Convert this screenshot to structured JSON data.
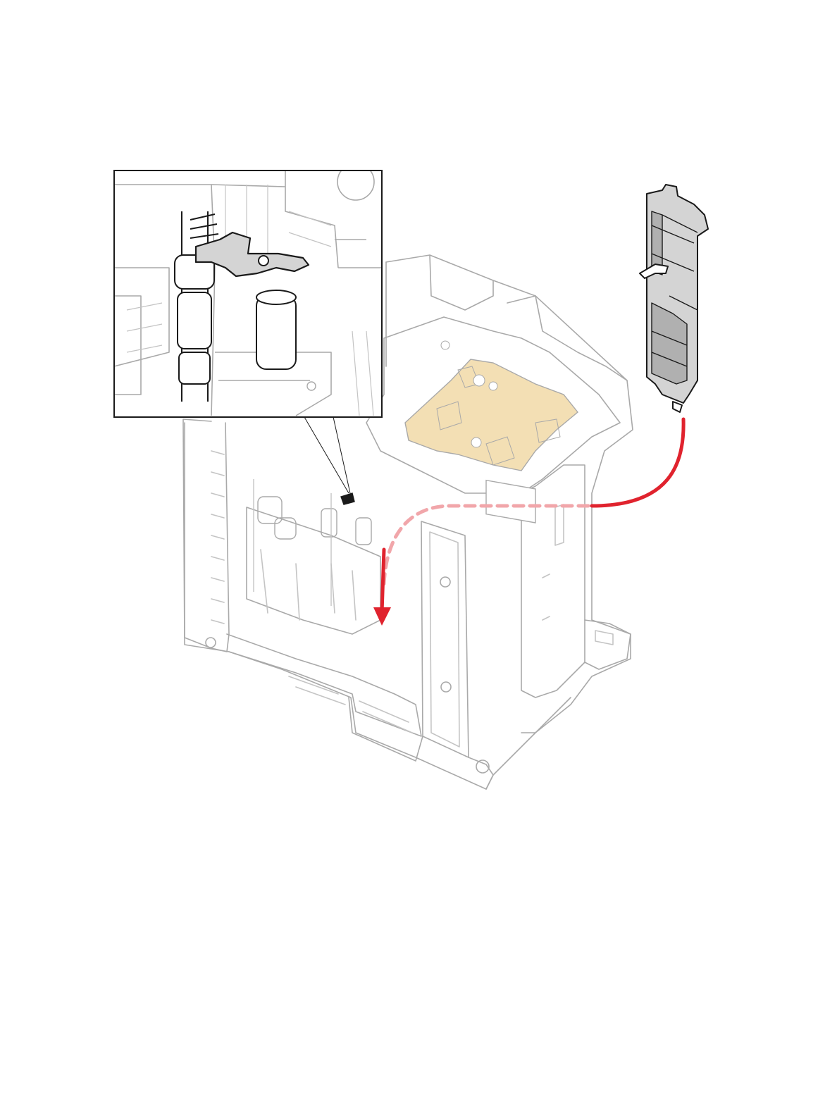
{
  "figure": {
    "colors": {
      "outline_gray": "#a9a9a9",
      "detail_gray": "#c4c4c4",
      "board_tan": "#f3dfb4",
      "part_gray": "#d4d4d4",
      "part_dark": "#6e6e6e",
      "ink_black": "#1a1a1a",
      "arrow_red": "#e0232e",
      "arrow_pink": "#f1a6aa",
      "background": "#ffffff"
    },
    "icons": {
      "detail_callout": "magnified-detail-inset",
      "removed_part": "paper-guide-part",
      "install_path": "curved-red-arrow"
    }
  }
}
